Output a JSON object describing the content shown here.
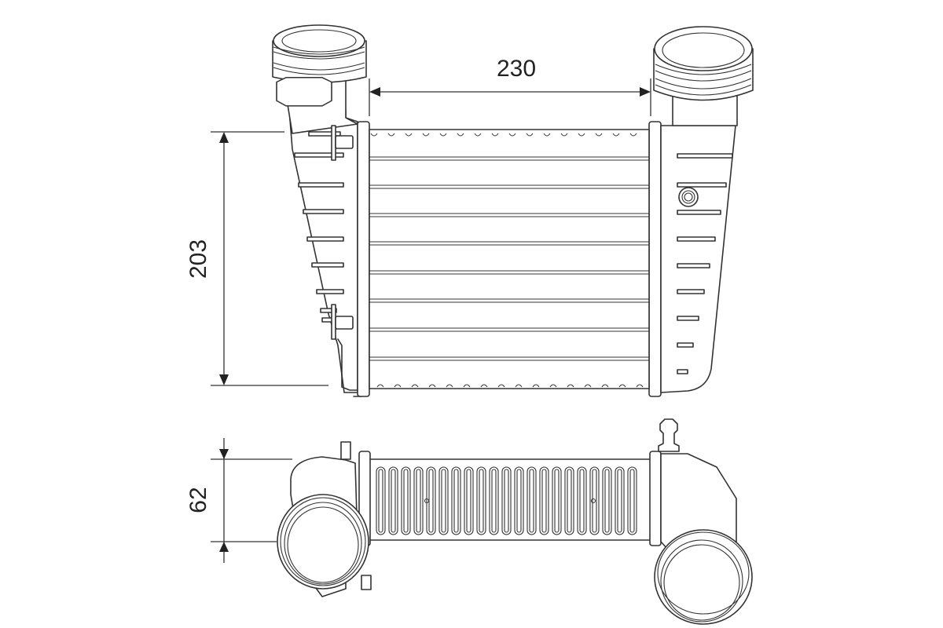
{
  "diagram": {
    "subject": "Intercooler technical drawing",
    "views": [
      "top-view",
      "side-view"
    ],
    "dimensions": {
      "width": {
        "label": "230"
      },
      "height": {
        "label": "203"
      },
      "depth": {
        "label": "62"
      }
    },
    "colors": {
      "line": "#333333",
      "background": "#ffffff"
    }
  }
}
